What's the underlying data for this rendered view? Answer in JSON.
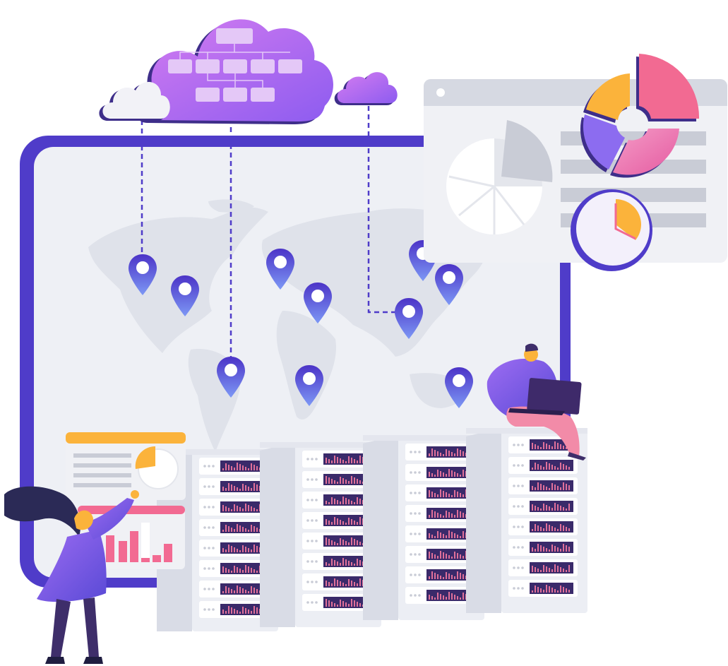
{
  "illustration": {
    "description_icons": [
      "cloud-icon",
      "map-pin-icon",
      "server-rack-icon",
      "pie-chart-icon",
      "bar-chart-icon",
      "clock-icon",
      "laptop-icon"
    ]
  },
  "colors": {
    "frame": "#4f3cc9",
    "map_bg": "#eef0f5",
    "land": "#dfe2ea",
    "pin_top": "#5b45d6",
    "pin_bottom": "#6f8cf0",
    "cloud_purple": "#b168e8",
    "cloud_light": "#f2f2f7",
    "server_body": "#eceef4",
    "server_slot": "#ffffff",
    "server_screen": "#3a2a6a",
    "orange": "#fbb33b",
    "pink": "#f26a92",
    "lavender": "#8c6cf0",
    "gray_panel": "#d6d9e2"
  },
  "pins": [
    {
      "name": "pin-1"
    },
    {
      "name": "pin-2"
    },
    {
      "name": "pin-3"
    },
    {
      "name": "pin-4"
    },
    {
      "name": "pin-5"
    },
    {
      "name": "pin-6"
    },
    {
      "name": "pin-7"
    },
    {
      "name": "pin-8"
    },
    {
      "name": "pin-9"
    },
    {
      "name": "pin-10"
    }
  ],
  "servers": [
    {
      "name": "server-rack-1",
      "slots": 8
    },
    {
      "name": "server-rack-2",
      "slots": 8
    },
    {
      "name": "server-rack-3",
      "slots": 8
    },
    {
      "name": "server-rack-4",
      "slots": 8
    }
  ]
}
